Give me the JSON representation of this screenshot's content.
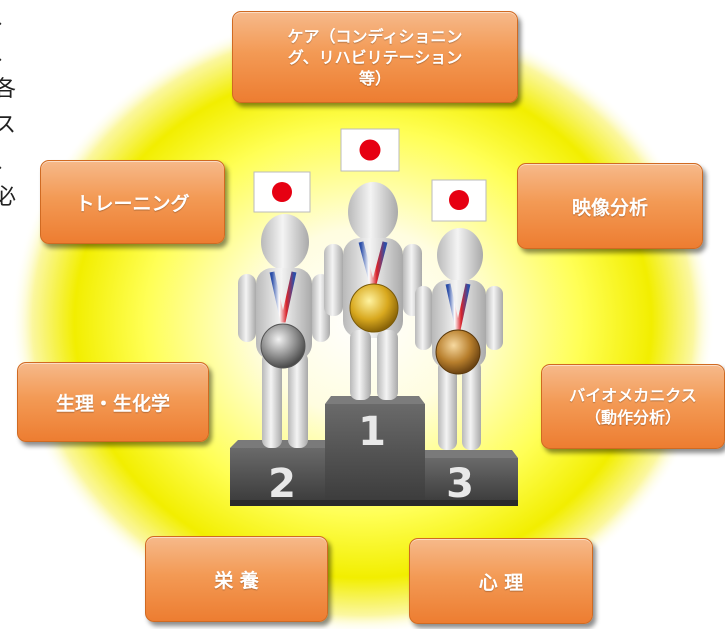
{
  "left_margin_text": [
    "、",
    "、",
    "各",
    "ス",
    "、",
    "必"
  ],
  "boxes": {
    "care": "ケア（コンディショニン\nグ、リハビリテーション\n等）",
    "training": "トレーニング",
    "video": "映像分析",
    "physiology": "生理・生化学",
    "biomechanics": "バイオメカニクス\n（動作分析）",
    "nutrition": "栄 養",
    "psychology": "心 理"
  },
  "podium": {
    "first": "1",
    "second": "2",
    "third": "3"
  },
  "colors": {
    "box_fill": "#ed7d31",
    "glow": "#ffff00",
    "podium": "#555555",
    "flag_circle": "#e60012"
  }
}
